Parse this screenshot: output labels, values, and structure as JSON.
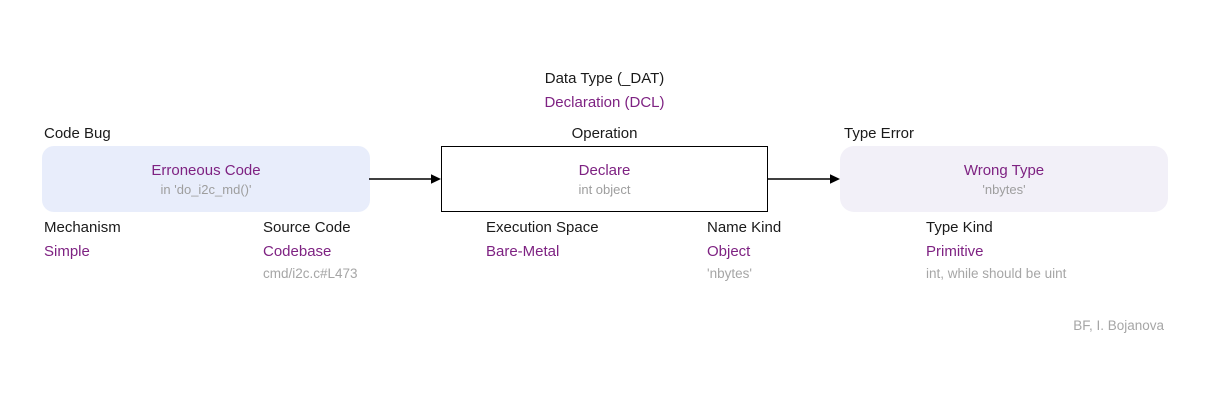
{
  "title": {
    "line1": "Data Type (_DAT)",
    "line2": "Declaration (DCL)"
  },
  "nodes": [
    {
      "header": "Code Bug",
      "title": "Erroneous Code",
      "subtitle": "in 'do_i2c_md()'"
    },
    {
      "header": "Operation",
      "title": "Declare",
      "subtitle": "int object"
    },
    {
      "header": "Type Error",
      "title": "Wrong Type",
      "subtitle": "'nbytes'"
    }
  ],
  "attributes": [
    {
      "label": "Mechanism",
      "value": "Simple",
      "note": ""
    },
    {
      "label": "Source Code",
      "value": "Codebase",
      "note": "cmd/i2c.c#L473"
    },
    {
      "label": "Execution Space",
      "value": "Bare-Metal",
      "note": ""
    },
    {
      "label": "Name Kind",
      "value": "Object",
      "note": "'nbytes'"
    },
    {
      "label": "Type Kind",
      "value": "Primitive",
      "note": "int, while should be uint"
    }
  ],
  "credit": "BF, I. Bojanova",
  "colors": {
    "accent_purple": "#7e2282",
    "note_gray": "#a6a6a6",
    "subtitle_gray": "#9e9e9e",
    "text_black": "#1a1a1a",
    "code_bug_box_fill": "#e8edfb",
    "type_error_box_fill": "#f2f0f8",
    "operation_box_border": "#000000"
  }
}
